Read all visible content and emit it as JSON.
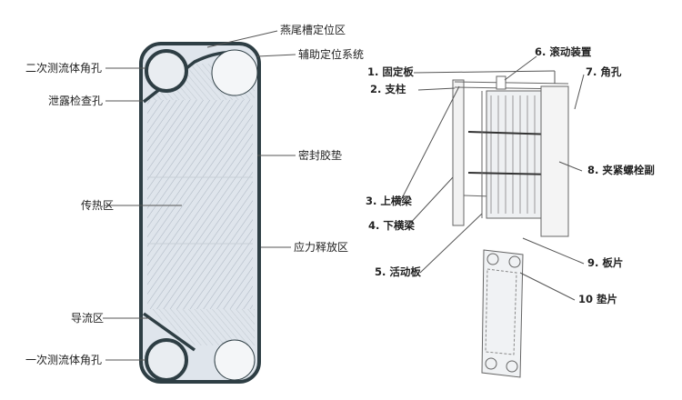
{
  "plate_labels": {
    "dovetail_zone": "燕尾槽定位区",
    "aux_positioning": "辅助定位系统",
    "secondary_port": "二次测流体角孔",
    "leak_hole": "泄露检查孔",
    "gasket": "密封胶垫",
    "heat_transfer": "传热区",
    "stress_relief": "应力释放区",
    "distribution": "导流区",
    "primary_port": "一次测流体角孔"
  },
  "frame_labels": {
    "fixed_plate": "1. 固定板",
    "support_column": "2. 支柱",
    "upper_beam": "3. 上横梁",
    "lower_beam": "4. 下横梁",
    "movable_plate": "5. 活动板",
    "roller": "6. 滚动装置",
    "port": "7. 角孔",
    "bolts": "8. 夹紧螺栓副",
    "plates": "9. 板片",
    "gasket": "10 垫片"
  },
  "colors": {
    "line": "#555555",
    "gasket": "#2e3e44",
    "plate": "#dde3ea"
  }
}
